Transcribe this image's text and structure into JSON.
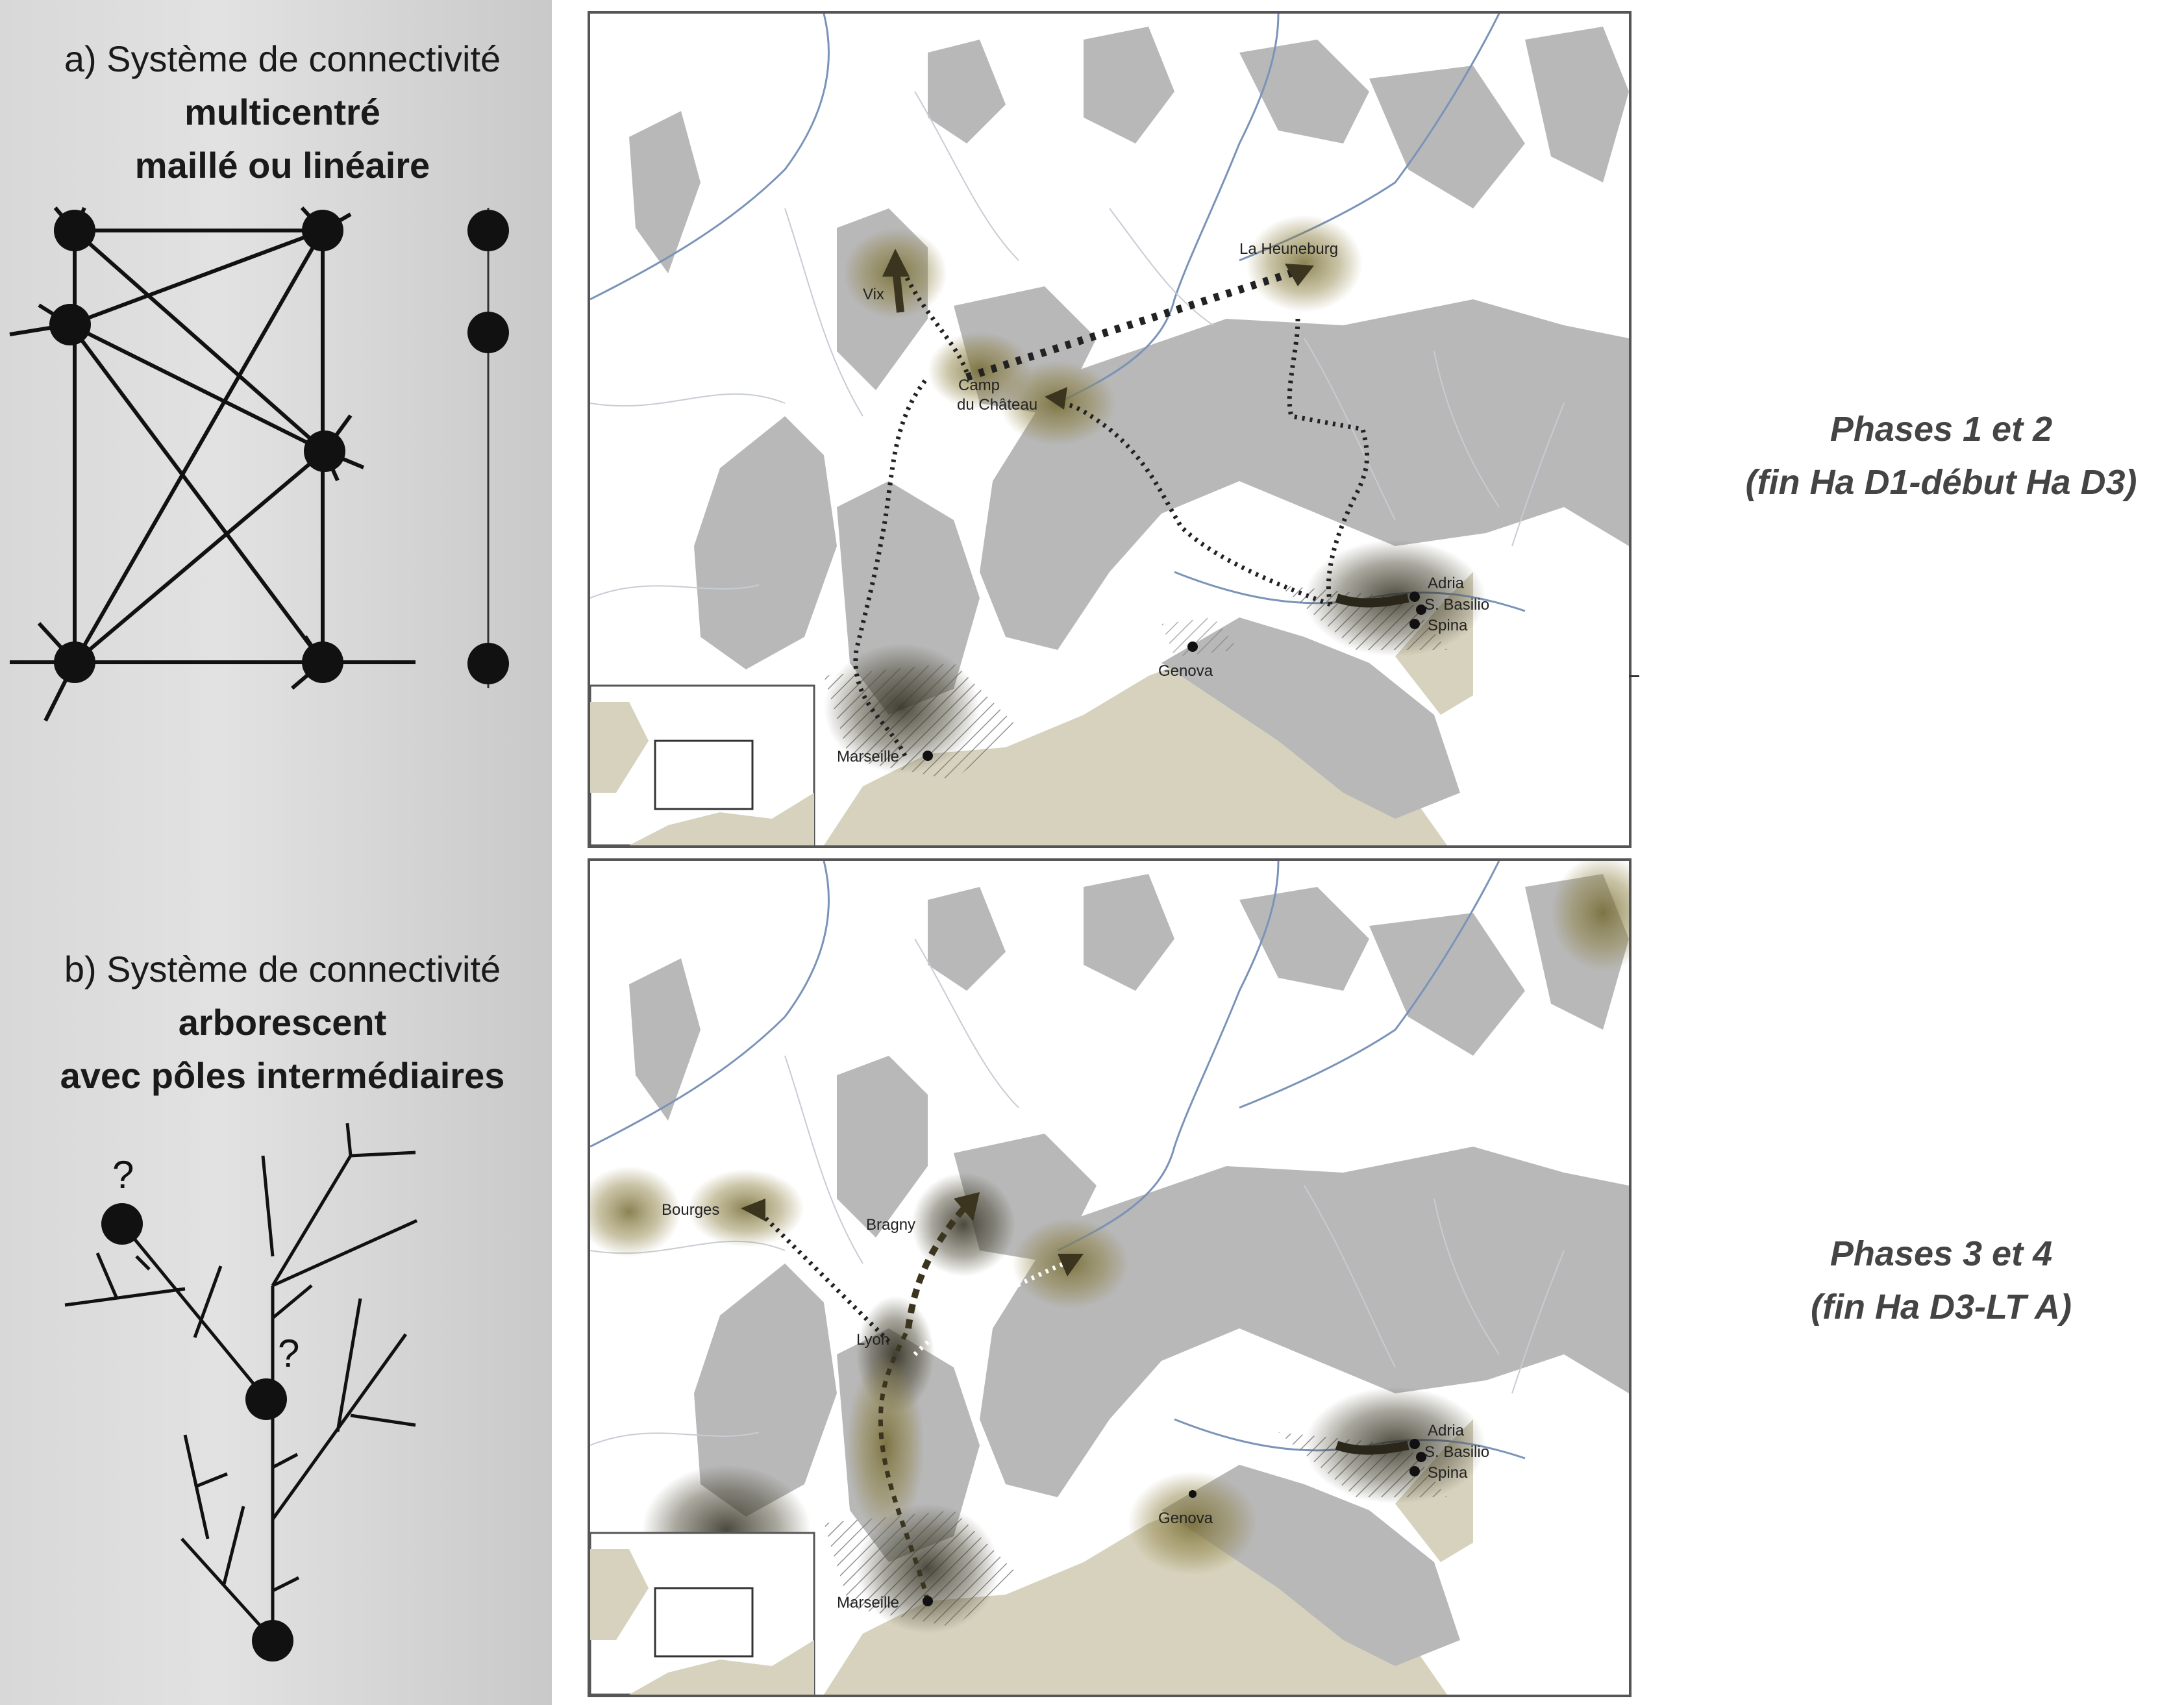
{
  "panel_a": {
    "title_line1": "a) Système de connectivité",
    "title_line2": "multicentré",
    "title_line3": "maillé ou linéaire"
  },
  "panel_b": {
    "title_line1": "b) Système de connectivité",
    "title_line2": "arborescent",
    "title_line3": "avec pôles intermédiaires",
    "question_mark_1": "?",
    "question_mark_2": "?"
  },
  "map_top": {
    "labels": {
      "vix": "Vix",
      "heuneburg": "La Heuneburg",
      "camp1": "Camp",
      "camp2": "du Château",
      "adria": "Adria",
      "basilio": "S. Basilio",
      "spina": "Spina",
      "genova": "Genova",
      "marseille": "Marseille"
    }
  },
  "map_bottom": {
    "labels": {
      "bourges": "Bourges",
      "bragny": "Bragny",
      "lyon": "Lyon",
      "adria": "Adria",
      "basilio": "S. Basilio",
      "spina": "Spina",
      "genova": "Genova",
      "marseille": "Marseille"
    }
  },
  "phases_top": {
    "line1": "Phases 1 et 2",
    "line2": "(fin Ha D1-début Ha D3)"
  },
  "phases_bottom": {
    "line1": "Phases 3 et 4",
    "line2": "(fin Ha D3-LT A)"
  },
  "colors": {
    "mountain": "#b8b8b8",
    "sea": "#d7d2bd",
    "river": "#7a93b8",
    "halo": "#8a7d3d",
    "route": "#222222"
  }
}
